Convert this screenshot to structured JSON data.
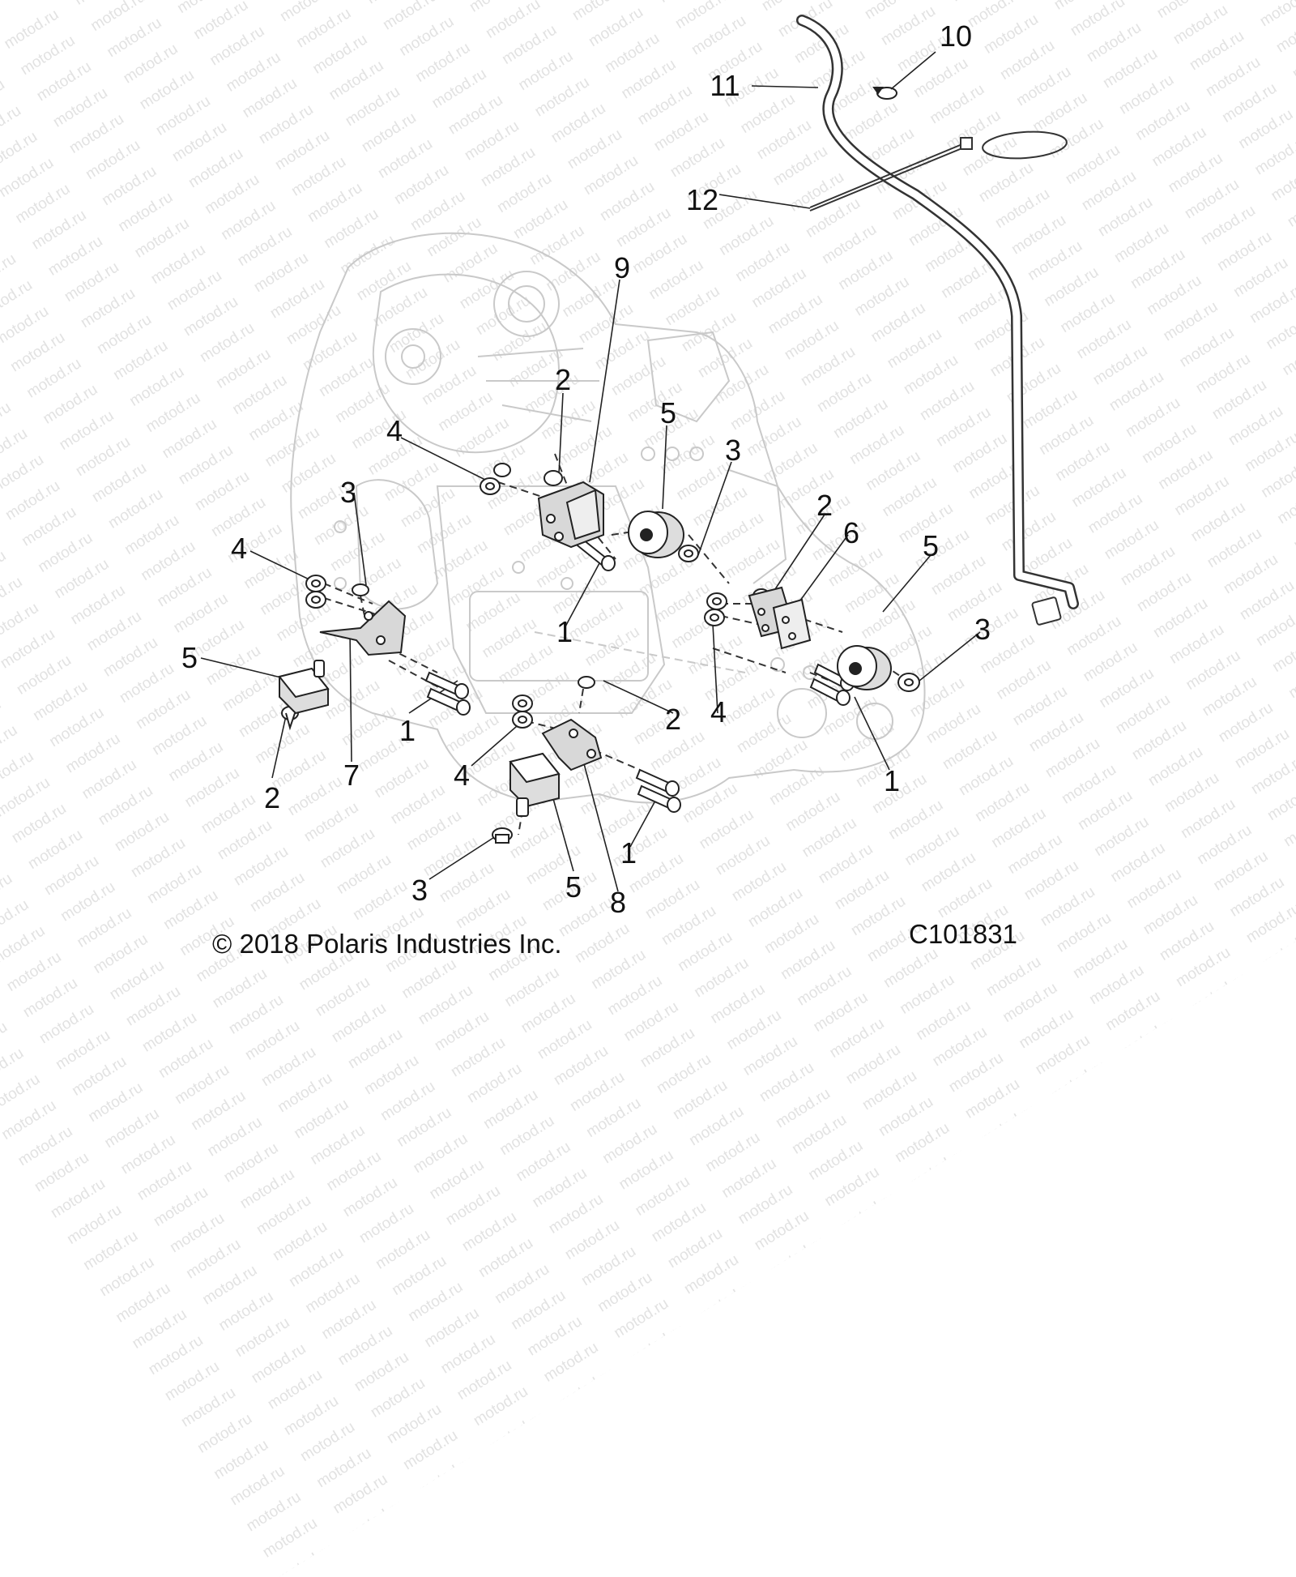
{
  "watermark": {
    "text": "motod.ru"
  },
  "copyright": "© 2018 Polaris Industries Inc.",
  "diagram_code": "C101831",
  "callouts": [
    {
      "id": "c-11",
      "text": "11"
    },
    {
      "id": "c-10",
      "text": "10"
    },
    {
      "id": "c-12",
      "text": "12"
    },
    {
      "id": "c-9",
      "text": "9"
    },
    {
      "id": "c-2a",
      "text": "2"
    },
    {
      "id": "c-4a",
      "text": "4"
    },
    {
      "id": "c-5a",
      "text": "5"
    },
    {
      "id": "c-3a",
      "text": "3"
    },
    {
      "id": "c-3b",
      "text": "3"
    },
    {
      "id": "c-4b",
      "text": "4"
    },
    {
      "id": "c-2b",
      "text": "2"
    },
    {
      "id": "c-6",
      "text": "6"
    },
    {
      "id": "c-5b",
      "text": "5"
    },
    {
      "id": "c-1a",
      "text": "1"
    },
    {
      "id": "c-3c",
      "text": "3"
    },
    {
      "id": "c-5c",
      "text": "5"
    },
    {
      "id": "c-1b",
      "text": "1"
    },
    {
      "id": "c-2c",
      "text": "2"
    },
    {
      "id": "c-4c",
      "text": "4"
    },
    {
      "id": "c-7",
      "text": "7"
    },
    {
      "id": "c-2d",
      "text": "2"
    },
    {
      "id": "c-4d",
      "text": "4"
    },
    {
      "id": "c-1c",
      "text": "1"
    },
    {
      "id": "c-1d",
      "text": "1"
    },
    {
      "id": "c-3d",
      "text": "3"
    },
    {
      "id": "c-5d",
      "text": "5"
    },
    {
      "id": "c-8",
      "text": "8"
    }
  ]
}
